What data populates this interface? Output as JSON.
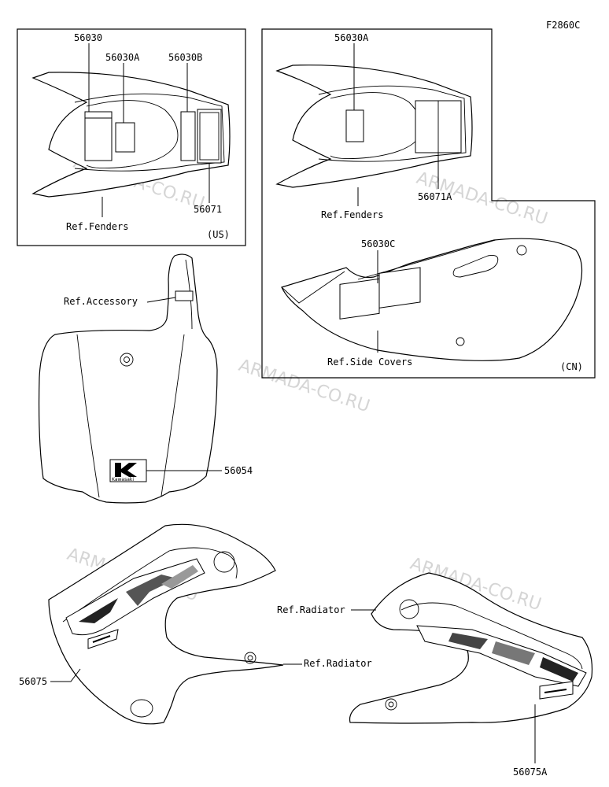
{
  "figure_code": "F2860C",
  "watermark": "ARMADA-CO.RU",
  "us_box": {
    "region": "(US)",
    "labels": {
      "p56030": "56030",
      "p56030A": "56030A",
      "p56030B": "56030B",
      "p56071": "56071",
      "ref_fenders": "Ref.Fenders"
    }
  },
  "cn_box": {
    "region": "(CN)",
    "labels": {
      "p56030A": "56030A",
      "p56071A": "56071A",
      "ref_fenders": "Ref.Fenders",
      "p56030C": "56030C",
      "ref_side_covers": "Ref.Side Covers"
    }
  },
  "number_plate": {
    "labels": {
      "ref_accessory": "Ref.Accessory",
      "p56054": "56054"
    },
    "logo_text": "Kawasaki"
  },
  "radiator_left": {
    "labels": {
      "p56075": "56075",
      "ref_radiator": "Ref.Radiator"
    }
  },
  "radiator_right": {
    "labels": {
      "p56075A": "56075A",
      "ref_radiator": "Ref.Radiator"
    }
  }
}
